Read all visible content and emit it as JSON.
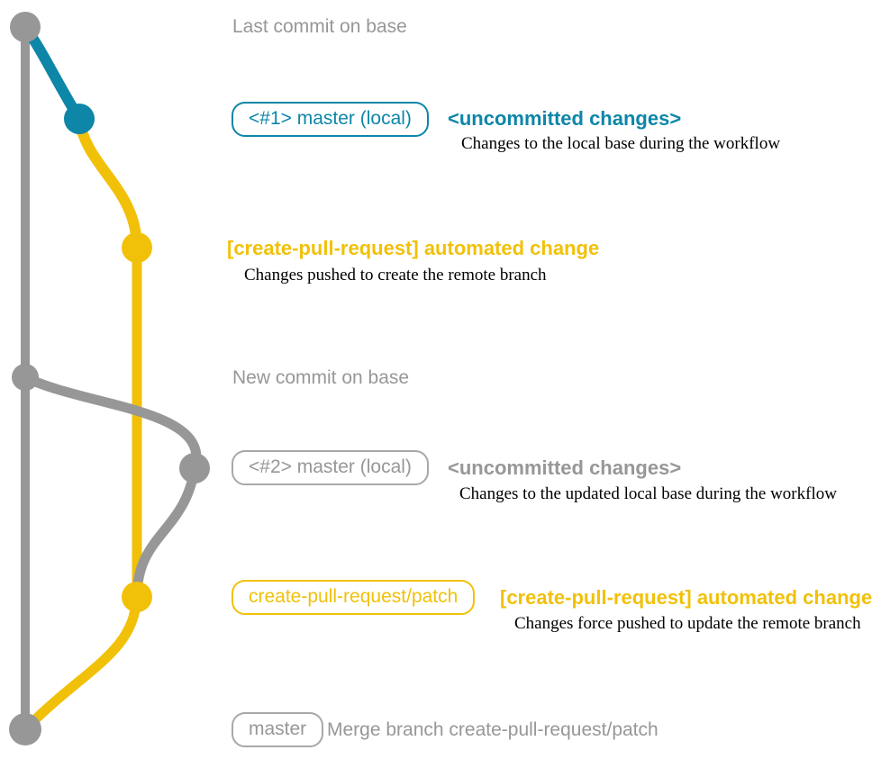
{
  "colors": {
    "gray": "#979797",
    "teal": "#0d86a8",
    "yellow": "#f1c109",
    "text_dark": "#000000"
  },
  "rows": {
    "last_commit": {
      "label": "Last commit on base"
    },
    "local1": {
      "tag": "<#1> master (local)",
      "title": "<uncommitted changes>",
      "desc": "Changes to the local base during the workflow"
    },
    "patch1": {
      "title": "[create-pull-request] automated change",
      "desc": "Changes pushed to create the remote branch"
    },
    "new_commit": {
      "label": "New commit on base"
    },
    "local2": {
      "tag": "<#2> master (local)",
      "title": "<uncommitted changes>",
      "desc": "Changes to the updated local base during the workflow"
    },
    "patch2": {
      "tag": "create-pull-request/patch",
      "title": "[create-pull-request] automated change",
      "desc": "Changes force pushed to update the remote branch"
    },
    "merge": {
      "tag": "master",
      "label": "Merge branch create-pull-request/patch"
    }
  }
}
